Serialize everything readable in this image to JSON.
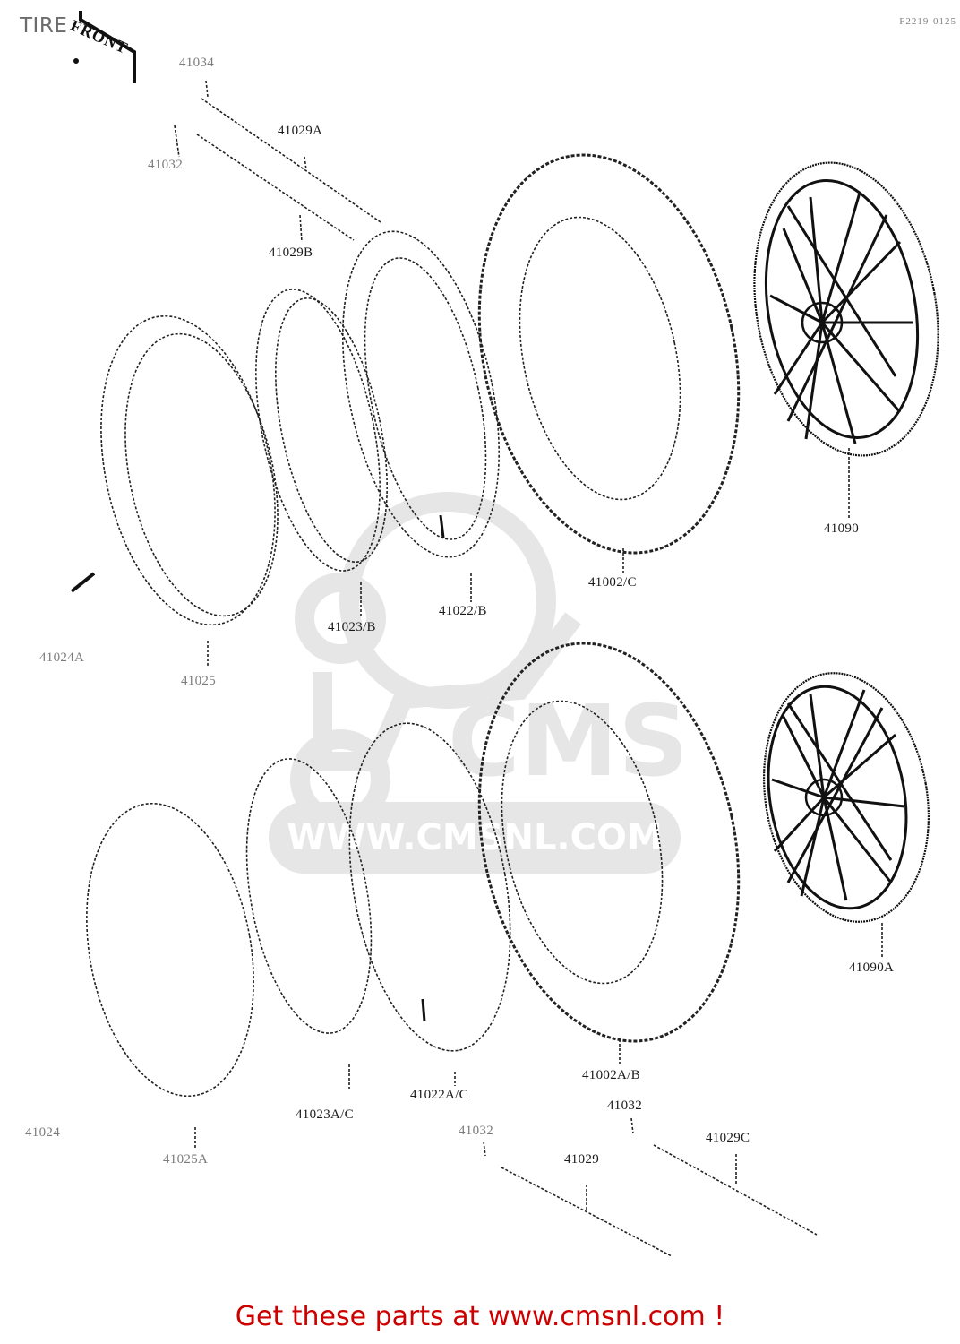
{
  "page": {
    "title": "TIRE",
    "reference_code": "F2219-0125",
    "front_tag": "FRONT"
  },
  "watermark": {
    "brand": "CMS",
    "url": "WWW.CMSNL.COM",
    "color": "#e6e6e6"
  },
  "parts": {
    "front_assembly": [
      {
        "id": "41034",
        "label": "41034"
      },
      {
        "id": "41032_top",
        "label": "41032"
      },
      {
        "id": "41029A",
        "label": "41029A"
      },
      {
        "id": "41029B",
        "label": "41029B"
      },
      {
        "id": "41024A",
        "label": "41024A"
      },
      {
        "id": "41025",
        "label": "41025"
      },
      {
        "id": "41023B",
        "label": "41023/B"
      },
      {
        "id": "41022B",
        "label": "41022/B"
      },
      {
        "id": "41002C",
        "label": "41002/C"
      },
      {
        "id": "41090",
        "label": "41090"
      }
    ],
    "rear_assembly": [
      {
        "id": "41024",
        "label": "41024"
      },
      {
        "id": "41025A",
        "label": "41025A"
      },
      {
        "id": "41023AC",
        "label": "41023A/C"
      },
      {
        "id": "41022AC",
        "label": "41022A/C"
      },
      {
        "id": "41002AB",
        "label": "41002A/B"
      },
      {
        "id": "41090A",
        "label": "41090A"
      },
      {
        "id": "41032_left",
        "label": "41032"
      },
      {
        "id": "41032_right",
        "label": "41032"
      },
      {
        "id": "41029",
        "label": "41029"
      },
      {
        "id": "41029C",
        "label": "41029C"
      }
    ]
  },
  "footer": {
    "link_text": "Get these parts at www.cmsnl.com !",
    "color": "#cc0000"
  }
}
